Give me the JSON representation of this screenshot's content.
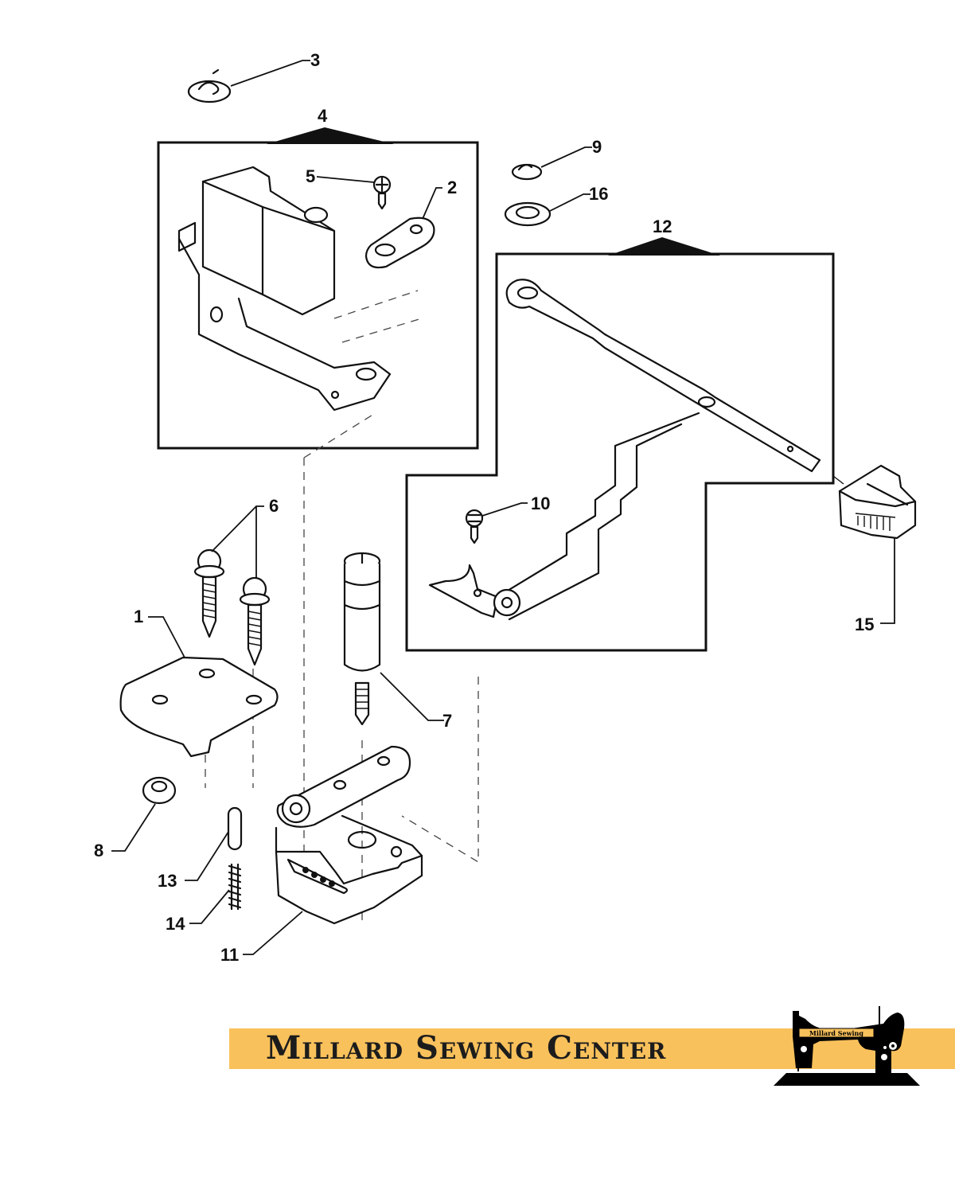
{
  "diagram": {
    "title": "Sewing machine stitch-selector mechanism parts diagram",
    "callouts": {
      "p1": "1",
      "p2": "2",
      "p3": "3",
      "p4": "4",
      "p5": "5",
      "p6": "6",
      "p7": "7",
      "p8": "8",
      "p9": "9",
      "p10": "10",
      "p11": "11",
      "p12": "12",
      "p13": "13",
      "p14": "14",
      "p15": "15",
      "p16": "16"
    },
    "assemblies": [
      {
        "callout": "4",
        "contents": [
          "2",
          "5"
        ]
      },
      {
        "callout": "12",
        "contents": [
          "10"
        ]
      }
    ]
  },
  "branding": {
    "company_name": "Millard Sewing Center",
    "logo_plate_text": "Millard Sewing",
    "banner_color": "#f9c15c",
    "logo_color": "#000000"
  }
}
